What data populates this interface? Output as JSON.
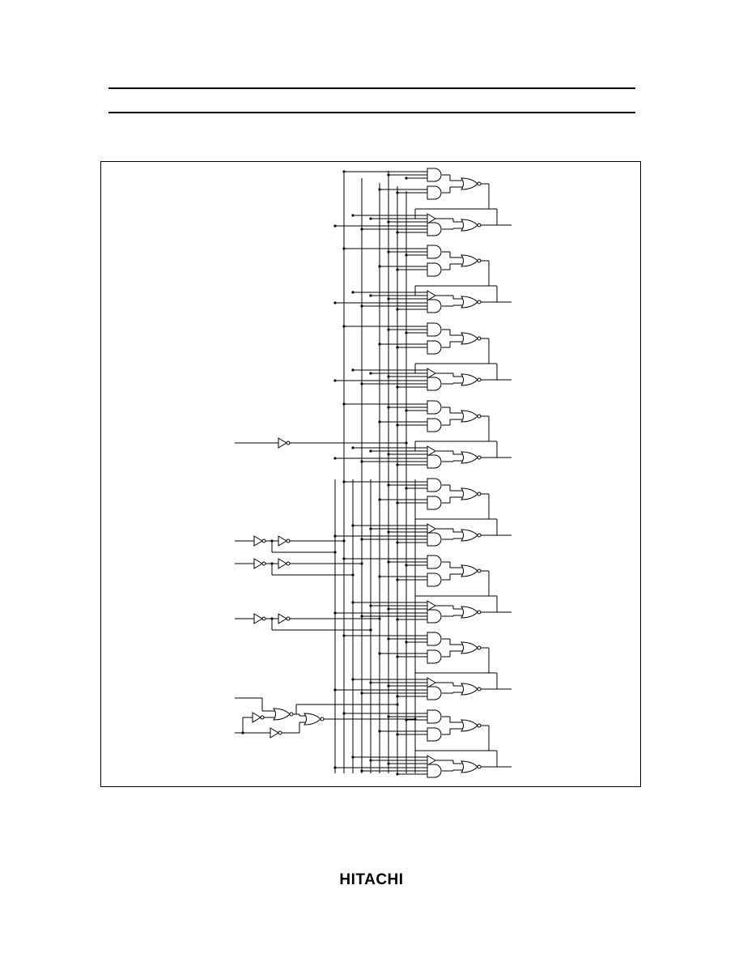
{
  "page": {
    "footer_logo": "HITACHI"
  },
  "diagram": {
    "kind": "logic-schematic",
    "gate_types": [
      "and-gate",
      "or-gate",
      "buffer",
      "inverter"
    ],
    "stage_count": 8,
    "input_line_count": 6,
    "output_line_count": 8
  }
}
